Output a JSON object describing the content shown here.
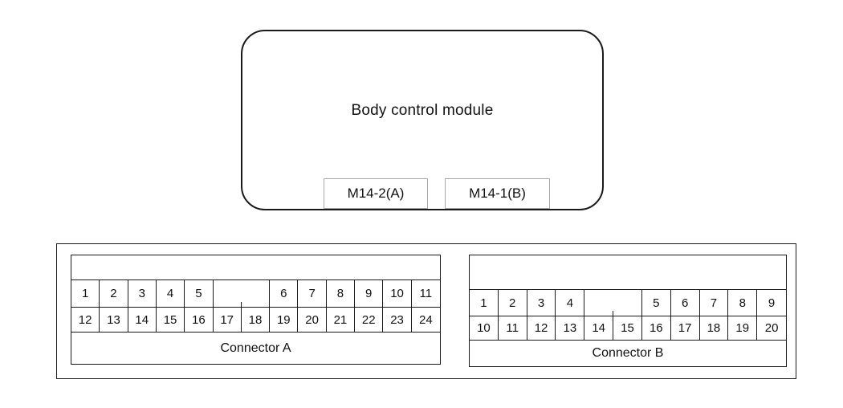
{
  "colors": {
    "line": "#1a1a1a",
    "tag_box_border": "#a8a8a8",
    "background": "#ffffff",
    "text": "#111111"
  },
  "module": {
    "title": "Body control module",
    "connector_tags": [
      {
        "label": "M14-2(A)"
      },
      {
        "label": "M14-1(B)"
      }
    ]
  },
  "connectors": [
    {
      "id": "A",
      "label": "Connector A",
      "columns": 13,
      "rows": [
        {
          "cells": [
            {
              "pin": "1"
            },
            {
              "pin": "2"
            },
            {
              "pin": "3"
            },
            {
              "pin": "4"
            },
            {
              "pin": "5"
            },
            {
              "pin": "",
              "blank": true,
              "span": 2
            },
            {
              "pin": "6"
            },
            {
              "pin": "7"
            },
            {
              "pin": "8"
            },
            {
              "pin": "9"
            },
            {
              "pin": "10"
            },
            {
              "pin": "11"
            }
          ]
        },
        {
          "cells": [
            {
              "pin": "12"
            },
            {
              "pin": "13"
            },
            {
              "pin": "14"
            },
            {
              "pin": "15"
            },
            {
              "pin": "16"
            },
            {
              "pin": "17"
            },
            {
              "pin": "18"
            },
            {
              "pin": "19"
            },
            {
              "pin": "20"
            },
            {
              "pin": "21"
            },
            {
              "pin": "22"
            },
            {
              "pin": "23"
            },
            {
              "pin": "24"
            }
          ]
        }
      ]
    },
    {
      "id": "B",
      "label": "Connector B",
      "columns": 11,
      "rows": [
        {
          "cells": [
            {
              "pin": "1"
            },
            {
              "pin": "2"
            },
            {
              "pin": "3"
            },
            {
              "pin": "4"
            },
            {
              "pin": "",
              "blank": true,
              "span": 2
            },
            {
              "pin": "5"
            },
            {
              "pin": "6"
            },
            {
              "pin": "7"
            },
            {
              "pin": "8"
            },
            {
              "pin": "9"
            }
          ]
        },
        {
          "cells": [
            {
              "pin": "10"
            },
            {
              "pin": "11"
            },
            {
              "pin": "12"
            },
            {
              "pin": "13"
            },
            {
              "pin": "14"
            },
            {
              "pin": "15"
            },
            {
              "pin": "16"
            },
            {
              "pin": "17"
            },
            {
              "pin": "18"
            },
            {
              "pin": "19"
            },
            {
              "pin": "20"
            }
          ]
        }
      ]
    }
  ]
}
